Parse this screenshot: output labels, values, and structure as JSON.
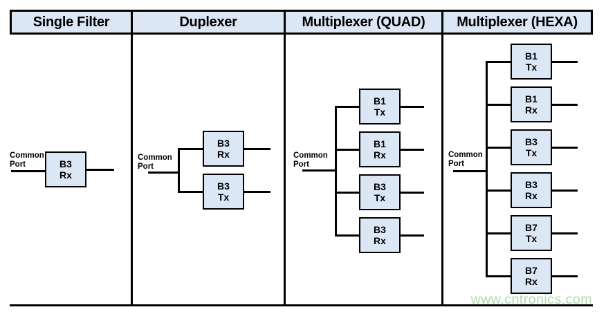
{
  "columns": [
    {
      "header": "Single Filter",
      "common_port_label": "Common Port",
      "filters": [
        {
          "band": "B3",
          "path": "Rx"
        }
      ]
    },
    {
      "header": "Duplexer",
      "common_port_label": "Common Port",
      "filters": [
        {
          "band": "B3",
          "path": "Rx"
        },
        {
          "band": "B3",
          "path": "Tx"
        }
      ]
    },
    {
      "header": "Multiplexer (QUAD)",
      "common_port_label": "Common Port",
      "filters": [
        {
          "band": "B1",
          "path": "Tx"
        },
        {
          "band": "B1",
          "path": "Rx"
        },
        {
          "band": "B3",
          "path": "Tx"
        },
        {
          "band": "B3",
          "path": "Rx"
        }
      ]
    },
    {
      "header": "Multiplexer (HEXA)",
      "common_port_label": "Common Port",
      "filters": [
        {
          "band": "B1",
          "path": "Tx"
        },
        {
          "band": "B1",
          "path": "Rx"
        },
        {
          "band": "B3",
          "path": "Tx"
        },
        {
          "band": "B3",
          "path": "Rx"
        },
        {
          "band": "B7",
          "path": "Tx"
        },
        {
          "band": "B7",
          "path": "Rx"
        }
      ]
    }
  ],
  "watermark": "www.cntronics.com",
  "colors": {
    "cell_fill": "#dbe7f5",
    "line": "#000000",
    "watermark_green": "#aadcaa"
  }
}
